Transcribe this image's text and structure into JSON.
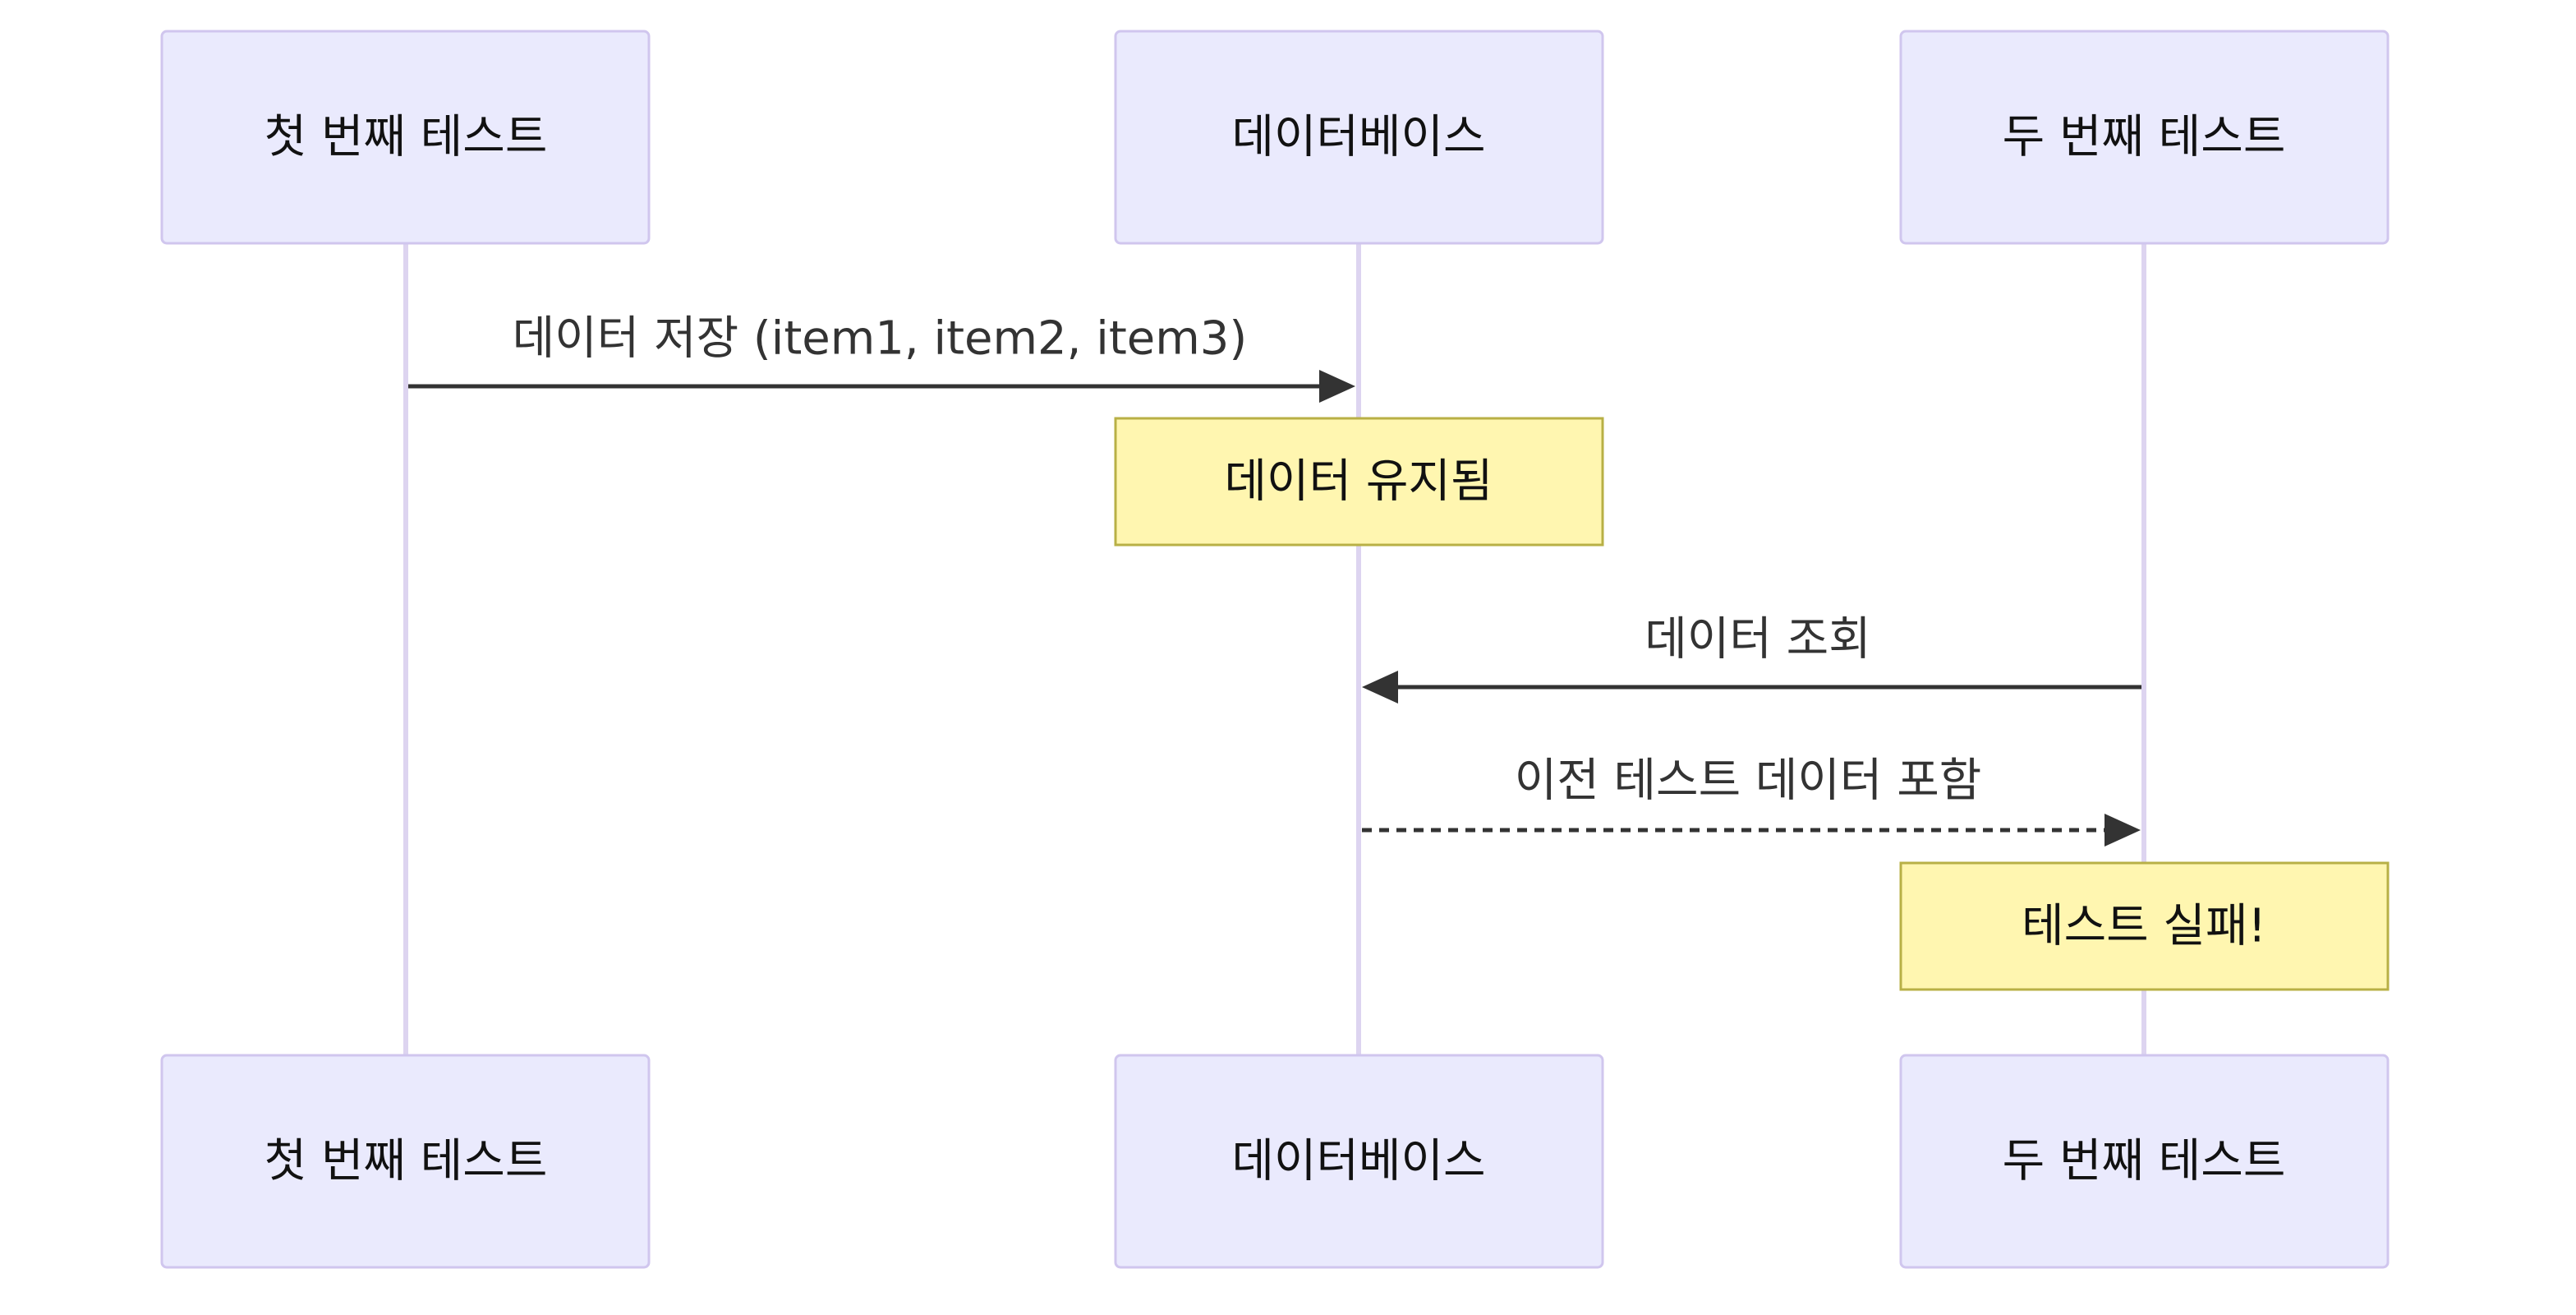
{
  "participants": [
    {
      "label": "첫 번째 테스트"
    },
    {
      "label": "데이터베이스"
    },
    {
      "label": "두 번째 테스트"
    }
  ],
  "messages": [
    {
      "label": "데이터 저장 (item1, item2, item3)",
      "style": "solid",
      "from": "첫 번째 테스트",
      "to": "데이터베이스"
    },
    {
      "label": "데이터 조회",
      "style": "solid",
      "from": "두 번째 테스트",
      "to": "데이터베이스"
    },
    {
      "label": "이전 테스트 데이터 포함",
      "style": "dashed",
      "from": "데이터베이스",
      "to": "두 번째 테스트"
    }
  ],
  "notes": [
    {
      "label": "데이터 유지됨",
      "over": "데이터베이스"
    },
    {
      "label": "테스트 실패!",
      "over": "두 번째 테스트"
    }
  ],
  "colors": {
    "actor_fill": "#eaeafd",
    "actor_border": "#d0c6ee",
    "lifeline": "#ddd4f0",
    "note_fill": "#fff6b0",
    "note_border": "#b8b046",
    "line": "#333333"
  }
}
